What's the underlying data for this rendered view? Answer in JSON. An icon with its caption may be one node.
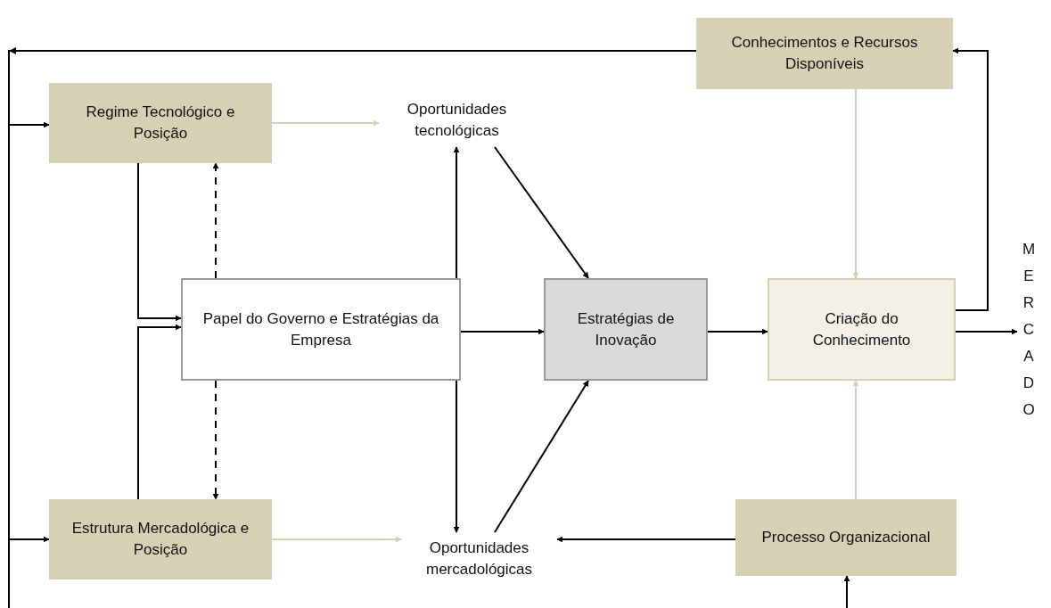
{
  "diagram": {
    "nodes": [
      {
        "text": [
          "Conhecimentos e Recursos Disponíveis"
        ]
      },
      {
        "text": [
          "Regime Tecnológico e Posição"
        ]
      },
      {
        "text": [
          "Oportunidades tecnológicas"
        ]
      },
      {
        "text": [
          "Papel do Governo e Estratégias da Empresa"
        ]
      },
      {
        "text": [
          "Estratégias de Inovação"
        ]
      },
      {
        "text": [
          "Criação do Conhecimento"
        ]
      },
      {
        "text": [
          "MERCADO"
        ]
      },
      {
        "text": [
          "Estrutura Mercadológica e Posição"
        ]
      },
      {
        "text": [
          "Oportunidades mercadológicas"
        ]
      },
      {
        "text": [
          "Processo Organizacional"
        ]
      }
    ],
    "edges": [
      {
        "from": 0,
        "to": 1,
        "arrow": "to"
      },
      {
        "from": 0,
        "to": 7,
        "arrow": "to"
      },
      {
        "from": 1,
        "to": 2,
        "arrow": "to",
        "color": "#d6d1b4"
      },
      {
        "from": 1,
        "to": 3,
        "arrow": "to"
      },
      {
        "from": 7,
        "to": 3,
        "arrow": "to"
      },
      {
        "from": 3,
        "to": 1,
        "arrow": "to",
        "style": "dashed"
      },
      {
        "from": 3,
        "to": 7,
        "arrow": "to",
        "style": "dashed"
      },
      {
        "from": 3,
        "to": 2,
        "arrow": "to"
      },
      {
        "from": 3,
        "to": 8,
        "arrow": "to"
      },
      {
        "from": 7,
        "to": 8,
        "arrow": "to",
        "color": "#d6d1b4"
      },
      {
        "from": 2,
        "to": 4,
        "arrow": "to"
      },
      {
        "from": 8,
        "to": 4,
        "arrow": "to"
      },
      {
        "from": 3,
        "to": 4,
        "arrow": "to"
      },
      {
        "from": 4,
        "to": 5,
        "arrow": "to"
      },
      {
        "from": 5,
        "to": 6,
        "arrow": "to"
      },
      {
        "from": 5,
        "to": 0,
        "arrow": "to"
      },
      {
        "from": 0,
        "to": 5,
        "arrow": "to",
        "color": "#d6d1b4"
      },
      {
        "from": 9,
        "to": 5,
        "arrow": "to",
        "color": "#d6d1b4"
      },
      {
        "from": 9,
        "to": 8,
        "arrow": "to"
      },
      {
        "from": null,
        "to": 9,
        "arrow": "to"
      }
    ]
  }
}
